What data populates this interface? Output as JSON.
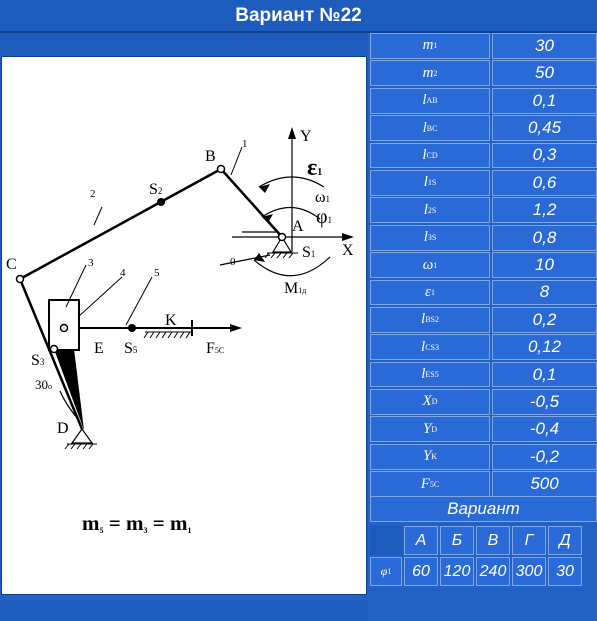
{
  "title": "Вариант №22",
  "figure": {
    "labels": {
      "Y": "Y",
      "X": "X",
      "B": "B",
      "A": "A",
      "C": "C",
      "D": "D",
      "E": "E",
      "K": "K",
      "S1": "S",
      "S1_sub": "1",
      "S2": "S",
      "S2_sub": "2",
      "S3": "S",
      "S3_sub": "3",
      "S5": "S",
      "S5_sub": "5",
      "link0": "0",
      "link1": "1",
      "link2": "2",
      "link3": "3",
      "link4": "4",
      "link5": "5",
      "eps": "ε",
      "eps_sub": "1",
      "omega": "ω",
      "omega_sub": "1",
      "phi": "φ",
      "phi_sub": "1",
      "M": "M",
      "M_sub": "1д",
      "F": "F",
      "F_sub": "5C",
      "angle": "30"
    },
    "mass_equation": {
      "m5": "m",
      "m5_sub": "5",
      "eq1": " = ",
      "m3": "m",
      "m3_sub": "3",
      "eq2": " = ",
      "m1": "m",
      "m1_sub": "1"
    }
  },
  "params": [
    {
      "name": "m",
      "sub": "1",
      "value": "30"
    },
    {
      "name": "m",
      "sub": "2",
      "value": "50"
    },
    {
      "name": "l",
      "sub": "AB",
      "value": "0,1"
    },
    {
      "name": "l",
      "sub": "BC",
      "value": "0,45"
    },
    {
      "name": "l",
      "sub": "CD",
      "value": "0,3"
    },
    {
      "name": "l",
      "sub": "1S",
      "value": "0,6"
    },
    {
      "name": "l",
      "sub": "2S",
      "value": "1,2"
    },
    {
      "name": "l",
      "sub": "3S",
      "value": "0,8"
    },
    {
      "name": "ω",
      "sub": "1",
      "value": "10"
    },
    {
      "name": "ε",
      "sub": "1",
      "value": "8"
    },
    {
      "name": "l",
      "sub": "BS2",
      "value": "0,2"
    },
    {
      "name": "l",
      "sub": "CS3",
      "value": "0,12"
    },
    {
      "name": "l",
      "sub": "ES5",
      "value": "0,1"
    },
    {
      "name": "X",
      "sub": "D",
      "value": "-0,5"
    },
    {
      "name": "Y",
      "sub": "D",
      "value": "-0,4"
    },
    {
      "name": "Y",
      "sub": "K",
      "value": "-0,2"
    },
    {
      "name": "F",
      "sub": "5C",
      "value": "500"
    }
  ],
  "variant": {
    "header": "Вариант",
    "columns": [
      "А",
      "Б",
      "В",
      "Г",
      "Д"
    ],
    "row_label": "φ",
    "row_label_sub": "1",
    "values": [
      "60",
      "120",
      "240",
      "300",
      "30"
    ]
  },
  "colors": {
    "background": "#2361c4",
    "cell": "#2a6ad6",
    "cell_border": "#7ea6e8",
    "text": "#ffffff"
  }
}
